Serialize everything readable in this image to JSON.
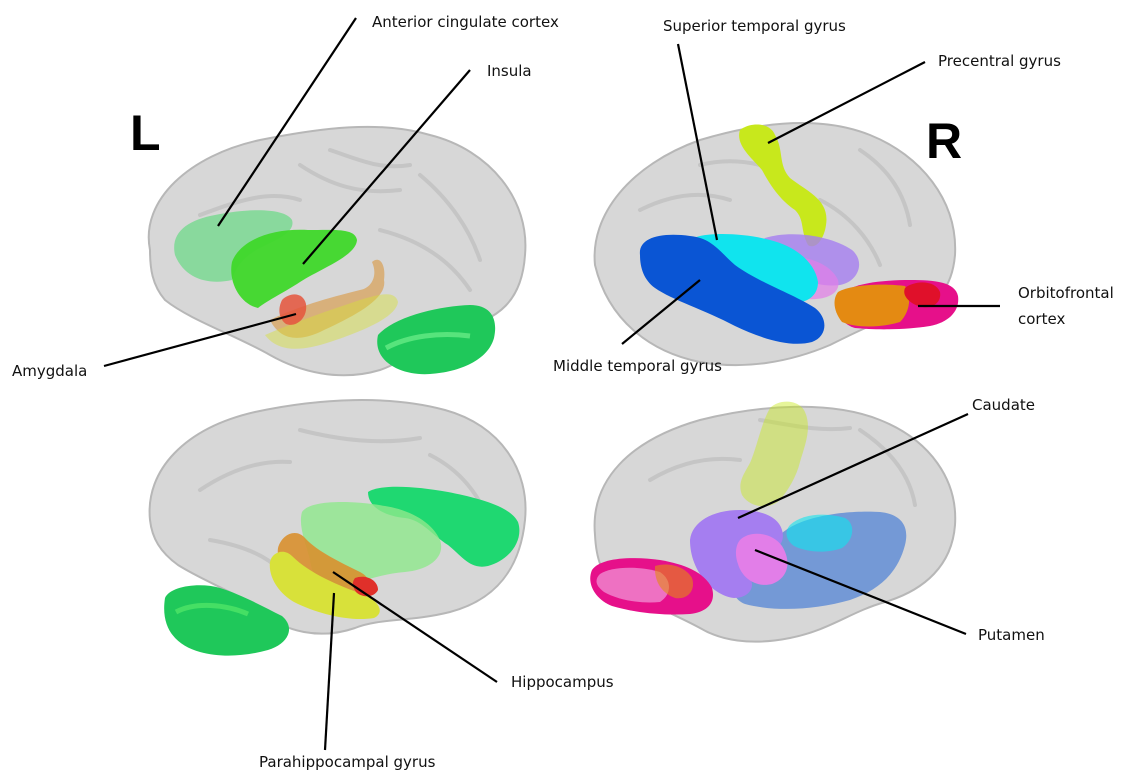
{
  "hemispheres": {
    "left": "L",
    "right": "R"
  },
  "labels": {
    "anterior_cingulate": "Anterior cingulate cortex",
    "insula": "Insula",
    "amygdala": "Amygdala",
    "superior_temporal": "Superior temporal gyrus",
    "precentral": "Precentral gyrus",
    "middle_temporal": "Middle temporal gyrus",
    "orbitofrontal_line1": "Orbitofrontal",
    "orbitofrontal_line2": "cortex",
    "caudate": "Caudate",
    "putamen": "Putamen",
    "hippocampus": "Hippocampus",
    "parahippocampal": "Parahippocampal gyrus"
  },
  "colors": {
    "brain": "#d7d7d7",
    "anterior_cingulate": "#6fd98a",
    "insula": "#3fd82a",
    "amygdala": "#e5553c",
    "hippocampus": "#d9902f",
    "parahippocampal": "#d8e13a",
    "orbitofrontal_mid": "#1fc85a",
    "superior_temporal": "#10e4ee",
    "middle_temporal": "#0a55d4",
    "precentral": "#c8e81c",
    "caudate": "#a57ef0",
    "putamen": "#e27ee8",
    "orbitofrontal_lat": "#e6108a",
    "orbitofrontal_orange": "#e48a12"
  }
}
